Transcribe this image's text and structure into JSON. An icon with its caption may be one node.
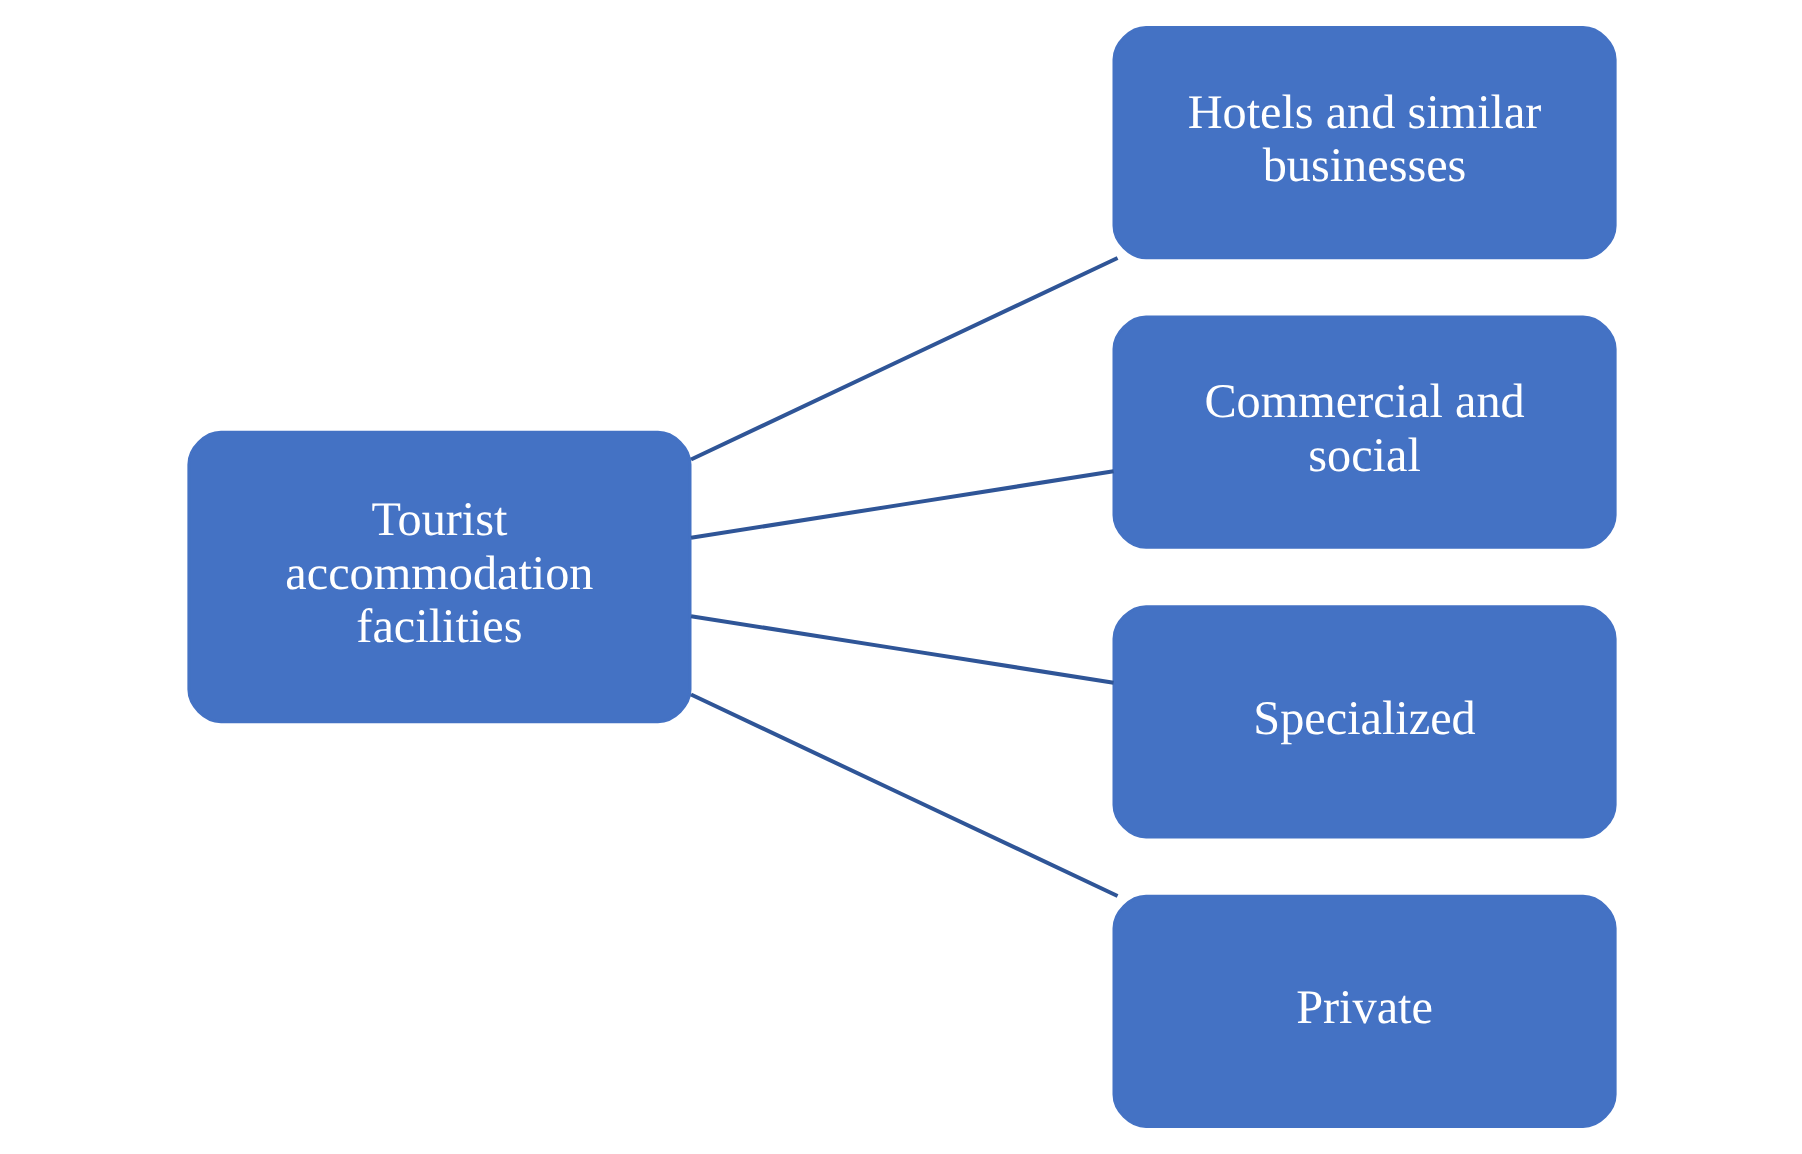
{
  "diagram": {
    "nodes": [
      {
        "text": [
          "Tourist accommodation facilities"
        ]
      },
      {
        "text": [
          "Hotels and similar businesses"
        ]
      },
      {
        "text": [
          "Commercial and social"
        ]
      },
      {
        "text": [
          "Specialized"
        ]
      },
      {
        "text": [
          "Private"
        ]
      }
    ],
    "edges": [
      {
        "from": 0,
        "to": 1,
        "arrow": "none"
      },
      {
        "from": 0,
        "to": 2,
        "arrow": "none"
      },
      {
        "from": 0,
        "to": 3,
        "arrow": "none"
      },
      {
        "from": 0,
        "to": 4,
        "arrow": "none"
      }
    ]
  }
}
